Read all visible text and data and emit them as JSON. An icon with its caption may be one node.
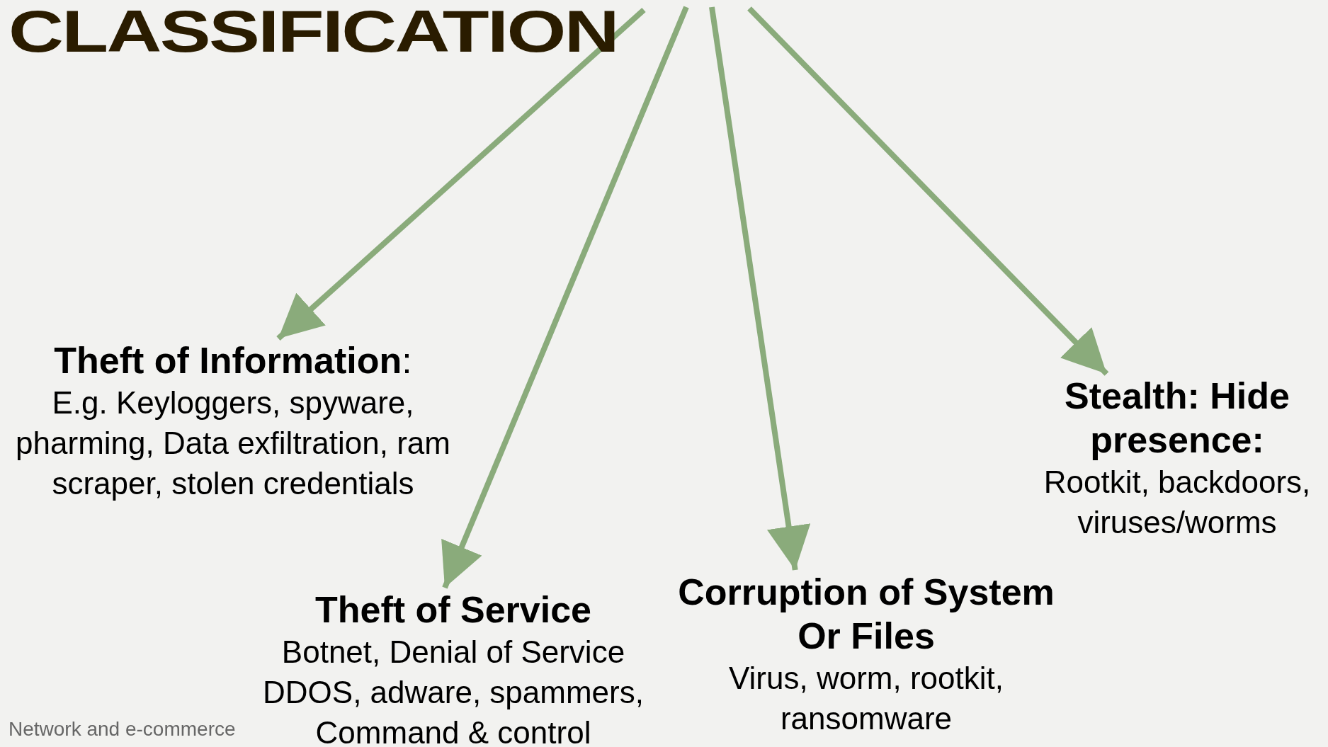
{
  "diagram": {
    "title": "CLASSIFICATION",
    "nodes": [
      {
        "text": [
          "**Theft of Information**:",
          "E.g. Keyloggers, spyware, pharming, Data exfiltration, ram scraper, stolen credentials"
        ]
      },
      {
        "text": [
          "Theft of Service",
          "Botnet, Denial of Service DDOS, adware, spammers, Command & control"
        ]
      },
      {
        "text": [
          "Corruption of System Or Files",
          "Virus, worm, rootkit, ransomware"
        ]
      },
      {
        "text": [
          "Stealth: Hide presence:",
          "Rootkit, backdoors, viruses/worms"
        ]
      }
    ],
    "edges": [
      {
        "from": null,
        "to": 0,
        "arrow": "to"
      },
      {
        "from": null,
        "to": 1,
        "arrow": "to"
      },
      {
        "from": null,
        "to": 2,
        "arrow": "to"
      },
      {
        "from": null,
        "to": 3,
        "arrow": "to"
      }
    ],
    "labels": [
      "Network and e-commerce"
    ]
  }
}
